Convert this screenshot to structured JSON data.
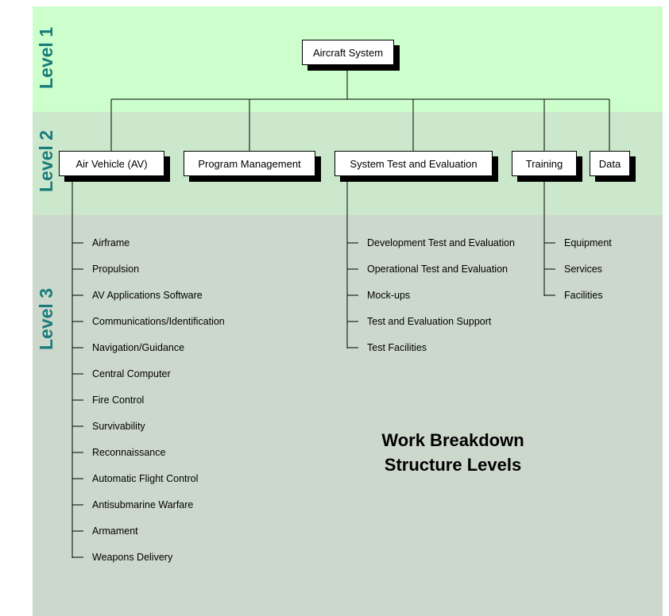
{
  "colors": {
    "level1_band": "#ccffcc",
    "level2_band": "#cce8cc",
    "level3_band": "#cdd8cd",
    "level_label": "#1a7b7b",
    "line": "#000000"
  },
  "levels": [
    "Level 1",
    "Level 2",
    "Level 3"
  ],
  "root": "Aircraft System",
  "level2": [
    "Air Vehicle (AV)",
    "Program Management",
    "System Test and Evaluation",
    "Training",
    "Data"
  ],
  "av_children": [
    "Airframe",
    "Propulsion",
    "AV Applications Software",
    "Communications/Identification",
    "Navigation/Guidance",
    "Central Computer",
    "Fire Control",
    "Survivability",
    "Reconnaissance",
    "Automatic Flight Control",
    "Antisubmarine Warfare",
    "Armament",
    "Weapons Delivery"
  ],
  "ste_children": [
    "Development Test and Evaluation",
    "Operational Test and Evaluation",
    "Mock-ups",
    "Test and Evaluation Support",
    "Test Facilities"
  ],
  "training_children": [
    "Equipment",
    "Services",
    "Facilities"
  ],
  "title_line1": "Work Breakdown",
  "title_line2": "Structure Levels"
}
